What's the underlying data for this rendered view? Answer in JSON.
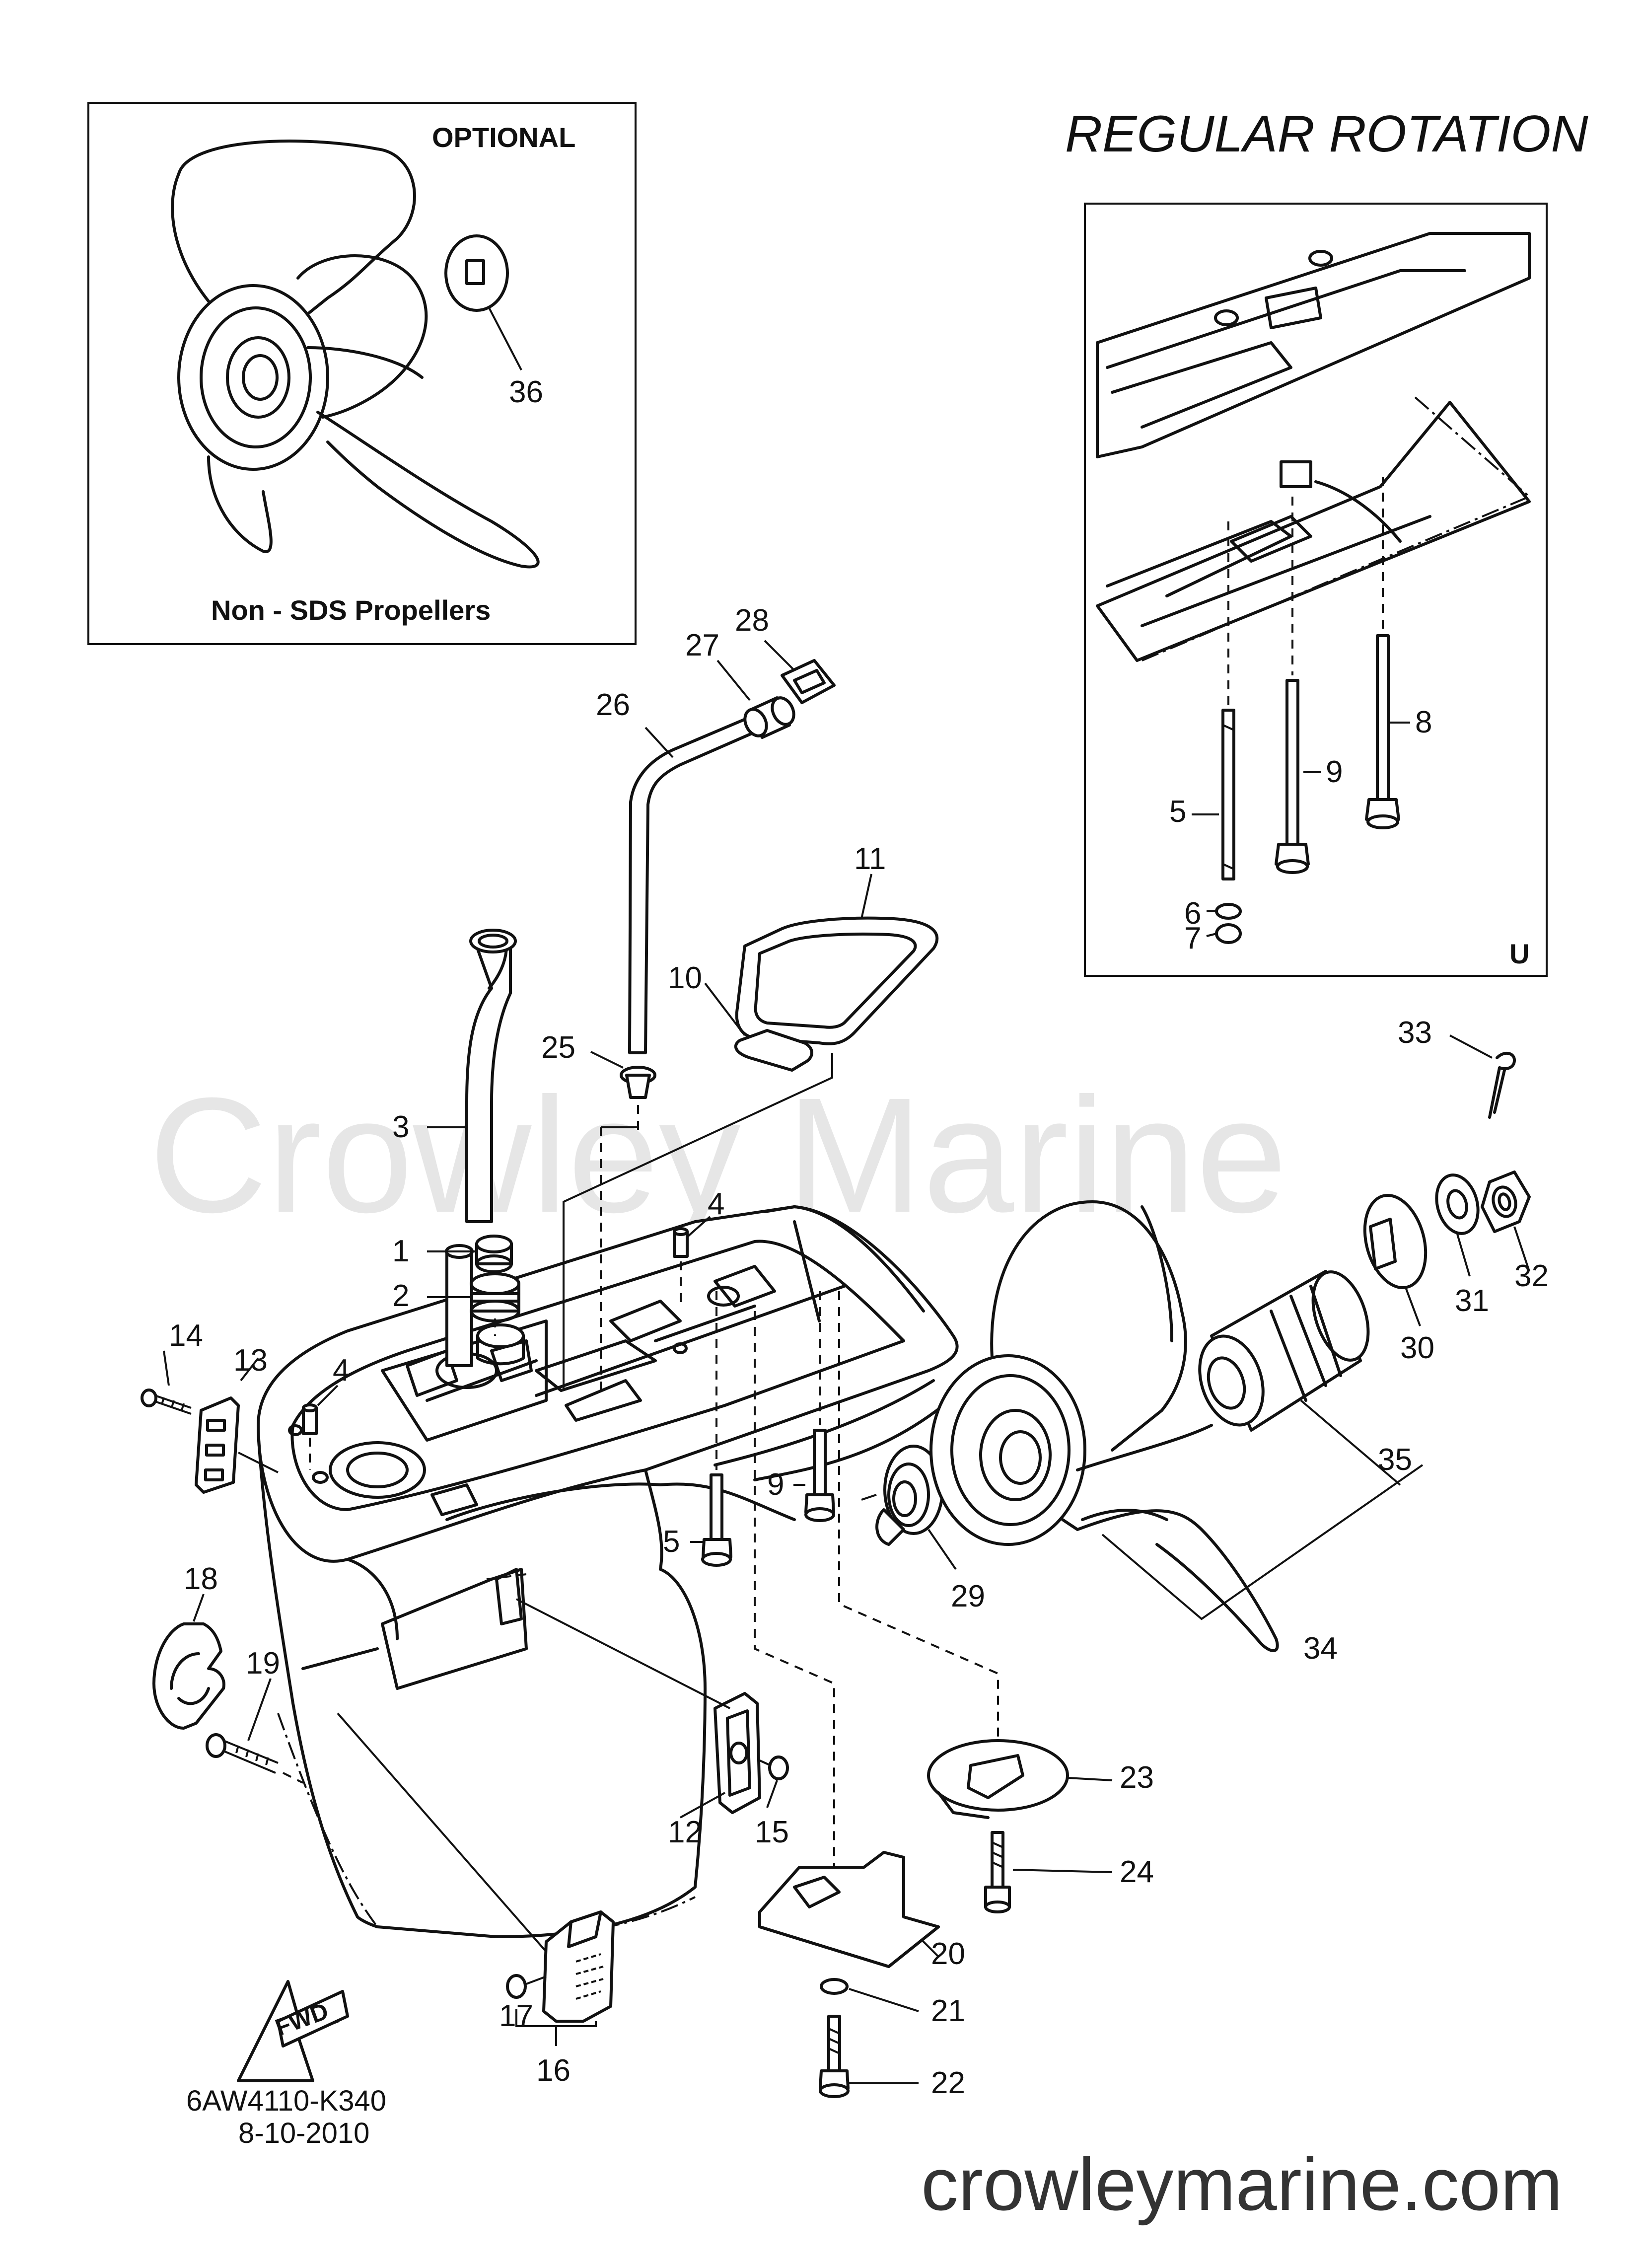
{
  "title": "REGULAR ROTATION",
  "optional_box": {
    "heading": "OPTIONAL",
    "caption": "Non - SDS Propellers"
  },
  "inset_corner_mark": "U",
  "watermark": "Crowley Marine",
  "website": "crowleymarine.com",
  "fwd_label": "FWD",
  "drawing_code": "6AW4110-K340",
  "drawing_date": "8-10-2010",
  "callouts": [
    "1",
    "2",
    "3",
    "4",
    "4",
    "5",
    "5",
    "6",
    "7",
    "8",
    "9",
    "9",
    "10",
    "11",
    "12",
    "13",
    "14",
    "15",
    "16",
    "17",
    "18",
    "19",
    "20",
    "21",
    "22",
    "23",
    "24",
    "25",
    "26",
    "27",
    "28",
    "29",
    "30",
    "31",
    "32",
    "33",
    "34",
    "35",
    "36"
  ]
}
